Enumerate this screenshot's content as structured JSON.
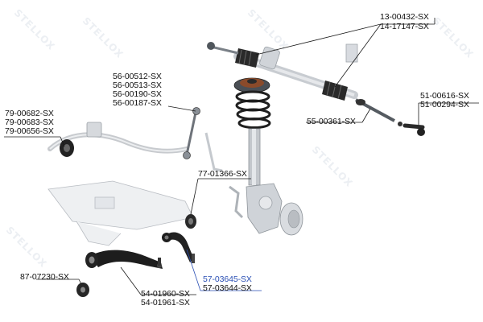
{
  "brand_watermark": "STELLOX",
  "accent_color": "#2a4fb4",
  "labels": {
    "steering_rack_1": "13-00432-SX",
    "steering_rack_2": "14-17147-SX",
    "stab_link_1": "56-00512-SX",
    "stab_link_2": "56-00513-SX",
    "stab_link_3": "56-00190-SX",
    "stab_link_4": "56-00187-SX",
    "stab_bush_1": "79-00682-SX",
    "stab_bush_2": "79-00683-SX",
    "stab_bush_3": "79-00656-SX",
    "tie_rod_end_1": "51-00616-SX",
    "tie_rod_end_2": "51-00294-SX",
    "tie_rod": "55-00361-SX",
    "arm_bush": "77-01366-SX",
    "lower_bush": "87-07230-SX",
    "control_arm_1": "54-01960-SX",
    "control_arm_2": "54-01961-SX",
    "strut_arm_1": "57-03645-SX",
    "strut_arm_2": "57-03644-SX"
  }
}
